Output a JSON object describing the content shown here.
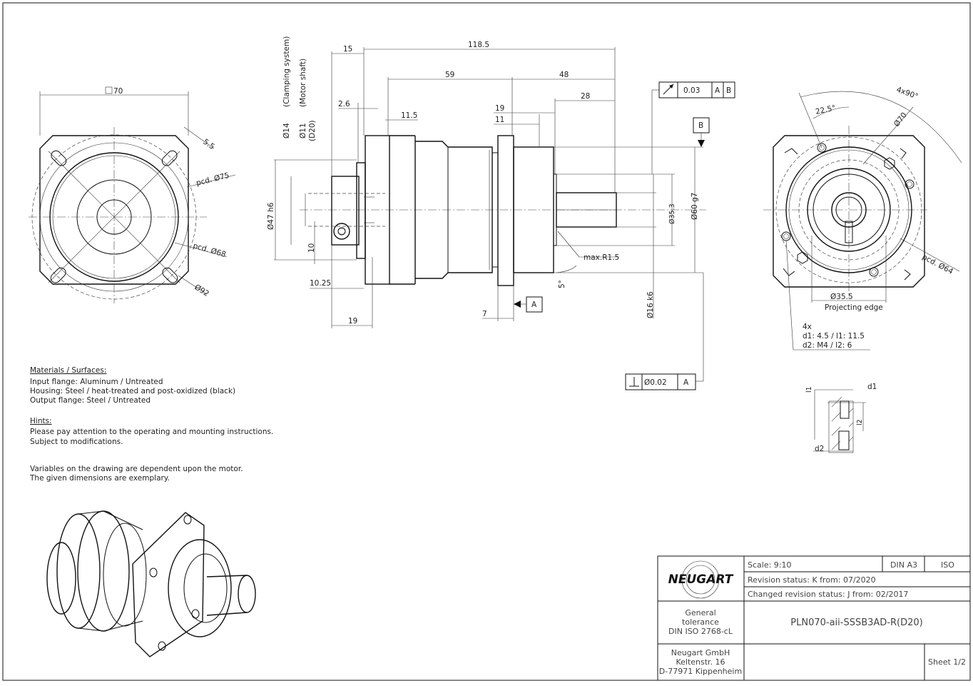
{
  "views": {
    "flange_view": {
      "square_label": "70",
      "hole_dim": "5.5",
      "pcd_75": "pcd. Ø75",
      "pcd_68": "pcd. Ø68",
      "dia_92": "Ø92"
    },
    "side_view": {
      "len_1185": "118.5",
      "len_15": "15",
      "len_59": "59",
      "len_48": "48",
      "len_28": "28",
      "len_26": "2.6",
      "len_115": "11.5",
      "len_19a": "19",
      "len_11": "11",
      "clamping": "(Clamping system)",
      "motor_shaft": "(Motor shaft)",
      "d20": "(D20)",
      "dia_14": "Ø14",
      "dia_11": "Ø11",
      "dia_47": "Ø47 h6",
      "len_10": "10",
      "len_1025": "10.25",
      "len_19b": "19",
      "len_7": "7",
      "datum_a": "A",
      "datum_b": "B",
      "max_r": "max.R1.5",
      "angle_5": "5°",
      "dia_16": "Ø16 k6",
      "dia_353": "Ø35.3",
      "dia_60": "Ø60 g7",
      "runout_val": "0.03",
      "runout_a": "A",
      "runout_b": "B",
      "perp_val": "Ø0.02",
      "perp_a": "A"
    },
    "output_view": {
      "angle_4x90": "4x90°",
      "angle_225": "22.5°",
      "dia_70": "Ø70",
      "pcd_64": "pcd. Ø64",
      "dia_355": "Ø35.5",
      "projecting": "Projecting edge",
      "thread_4x": "4x",
      "thread_d1": "d1: 4.5 / l1: 11.5",
      "thread_d2": "d2: M4 / l2: 6"
    },
    "detail": {
      "l1": "l1",
      "d1": "d1",
      "l2": "l2",
      "d2": "d2"
    }
  },
  "notes": {
    "materials_heading": "Materials / Surfaces:",
    "materials_lines": [
      "Input flange: Aluminum / Untreated",
      "Housing: Steel / heat-treated and post-oxidized (black)",
      "Output flange: Steel / Untreated"
    ],
    "hints_heading": "Hints:",
    "hints_lines": [
      "Please pay attention to the operating and mounting instructions.",
      "Subject to modifications."
    ],
    "variables_lines": [
      "Variables on the drawing are dependent upon the motor.",
      "The given dimensions are exemplary."
    ]
  },
  "title_block": {
    "logo": "NEUGART",
    "scale": "Scale: 9:10",
    "format": "DIN A3",
    "standard": "ISO",
    "revision": "Revision status: K   from: 07/2020",
    "changed_revision": "Changed revision status: J   from: 02/2017",
    "tolerance_lines": [
      "General",
      "tolerance",
      "DIN ISO 2768-cL"
    ],
    "part_number": "PLN070-aii-SSSB3AD-R(D20)",
    "company_lines": [
      "Neugart GmbH",
      "Keltenstr. 16",
      "D-77971 Kippenheim"
    ],
    "sheet": "Sheet 1/2"
  }
}
